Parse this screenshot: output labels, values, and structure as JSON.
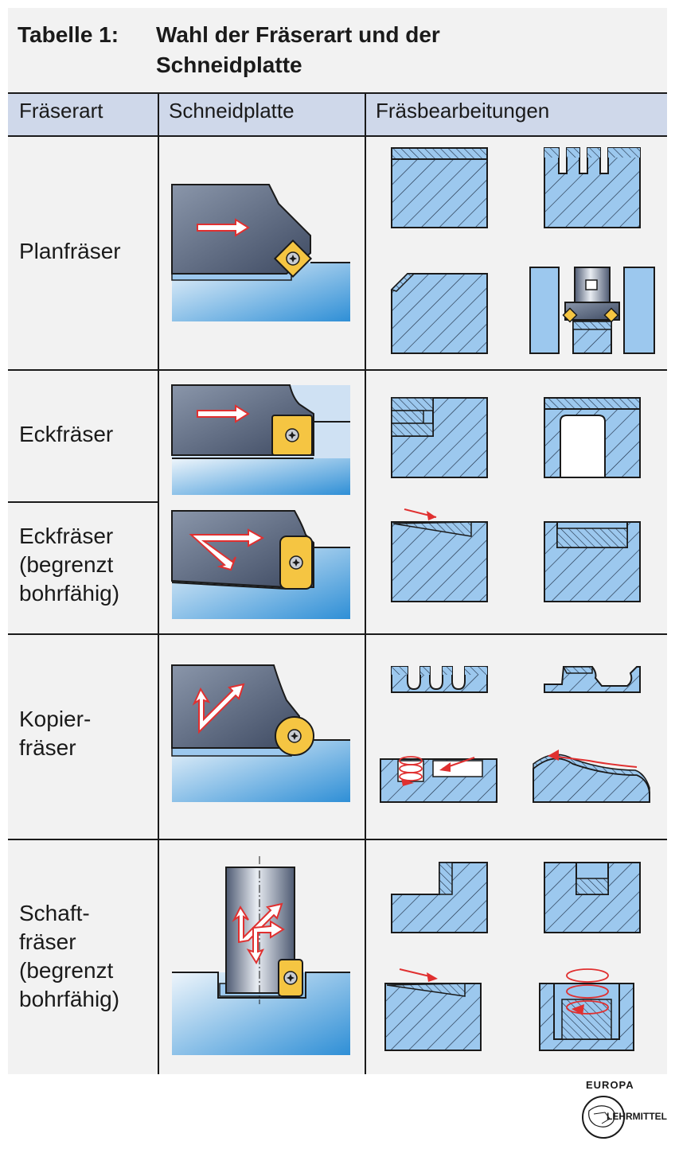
{
  "title": {
    "prefix": "Tabelle 1:",
    "line1": "Wahl der Fräserart und der",
    "line2": "Schneidplatte"
  },
  "columns": [
    "Fräserart",
    "Schneidplatte",
    "Fräsbearbeitungen"
  ],
  "rows": [
    {
      "label_lines": [
        "Planfräser"
      ]
    },
    {
      "label_lines": [
        "Eckfräser"
      ]
    },
    {
      "label_lines": [
        "Eckfräser",
        "(begrenzt",
        "bohrfähig)"
      ]
    },
    {
      "label_lines": [
        "Kopier-",
        "fräser"
      ]
    },
    {
      "label_lines": [
        "Schaft-",
        "fräser",
        "(begrenzt",
        "bohrfähig)"
      ]
    }
  ],
  "logo": {
    "top": "EUROPA",
    "bottom": "LEHRMITTEL"
  },
  "colors": {
    "header_bg": "#cfd8ea",
    "sheet_bg": "#f2f2f2",
    "workpiece_blue": "#9cc8ee",
    "tool_gray": "#5f6d85",
    "insert_yellow": "#f5c542",
    "arrow_red": "#e03030"
  },
  "icons": [
    "arrow-right-icon",
    "torx-screw-icon",
    "spiral-arrow-icon",
    "europa-globe-icon"
  ]
}
